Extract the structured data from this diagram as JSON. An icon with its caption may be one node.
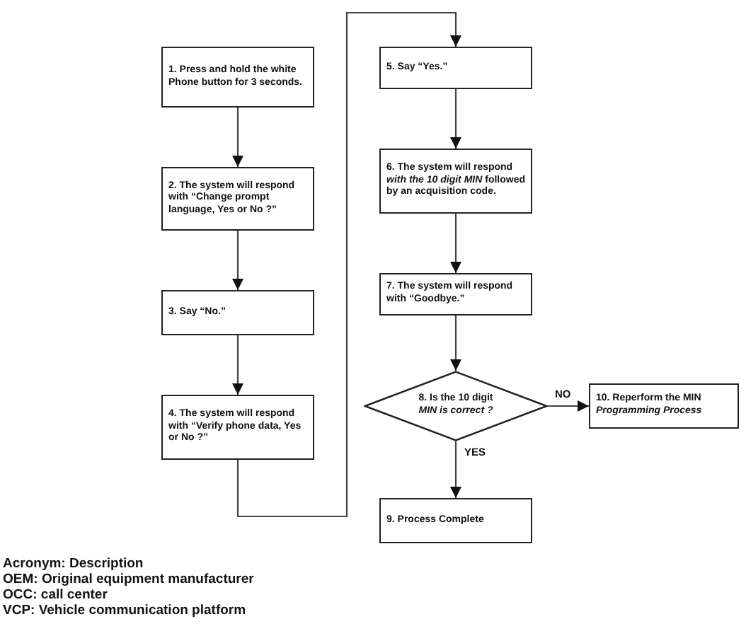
{
  "diagram": {
    "nodes": [
      {
        "text": [
          "1. Press and hold the white Phone button for 3 seconds."
        ]
      },
      {
        "text": [
          "2. The system will respond with “Change prompt language, Yes or No ?”"
        ]
      },
      {
        "text": [
          "3. Say “No.”"
        ]
      },
      {
        "text": [
          "4. The system will respond with “Verify phone data, Yes or No ?”"
        ]
      },
      {
        "text": [
          "5. Say “Yes.”"
        ]
      },
      {
        "text": [
          "6. The system will respond *with the 10 digit MIN* followed by an acquisition code."
        ]
      },
      {
        "text": [
          "7. The system will respond with “Goodbye.”"
        ]
      },
      {
        "text": [
          "8. Is the 10 digit *MIN is correct ?*"
        ]
      },
      {
        "text": [
          "9. Process Complete"
        ]
      },
      {
        "text": [
          "10. Reperform the MIN *Programming Process*"
        ]
      }
    ],
    "edges": [
      {
        "from": 0,
        "to": 1,
        "arrow": "to"
      },
      {
        "from": 1,
        "to": 2,
        "arrow": "to"
      },
      {
        "from": 2,
        "to": 3,
        "arrow": "to"
      },
      {
        "from": 3,
        "to": 4,
        "arrow": "to"
      },
      {
        "from": 4,
        "to": 5,
        "arrow": "to"
      },
      {
        "from": 5,
        "to": 6,
        "arrow": "to"
      },
      {
        "from": 6,
        "to": 7,
        "arrow": "to"
      },
      {
        "from": 7,
        "to": 8,
        "arrow": "to",
        "label": "YES"
      },
      {
        "from": 7,
        "to": 9,
        "arrow": "to",
        "label": "NO"
      }
    ],
    "labels": [
      "Acronym: Description",
      "OEM: Original equipment manufacturer",
      "OCC: call center",
      "VCP: Vehicle communication platform"
    ]
  }
}
